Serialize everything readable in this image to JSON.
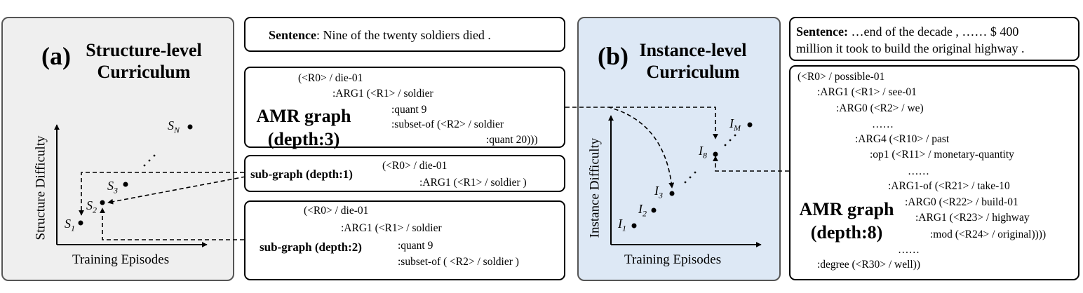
{
  "panel_a": {
    "label": "(a)",
    "title_line1": "Structure-level",
    "title_line2": "Curriculum",
    "y_axis_label": "Structure Difficulty",
    "x_axis_label": "Training Episodes",
    "points": [
      {
        "letter": "S",
        "sub": "1"
      },
      {
        "letter": "S",
        "sub": "2"
      },
      {
        "letter": "S",
        "sub": "3"
      },
      {
        "letter": "S",
        "sub": "N"
      }
    ],
    "ellipsis": "."
  },
  "sentence_a": {
    "label": "Sentence",
    "text": ": Nine of the twenty soldiers died ."
  },
  "amr_depth3": {
    "title_line1": "AMR graph",
    "title_line2": "(depth:3)",
    "lines": [
      "(<R0> / die-01",
      ":ARG1 (<R1> / soldier",
      ":quant 9",
      ":subset-of (<R2> / soldier",
      ":quant 20)))"
    ]
  },
  "subgraph_depth1": {
    "label": "sub-graph (depth:1)",
    "lines": [
      "(<R0> / die-01",
      ":ARG1 (<R1> / soldier )"
    ]
  },
  "subgraph_depth2": {
    "label": "sub-graph (depth:2)",
    "lines": [
      "(<R0> / die-01",
      ":ARG1 (<R1> / soldier",
      ":quant 9",
      ":subset-of  ( <R2> / soldier )"
    ]
  },
  "panel_b": {
    "label": "(b)",
    "title_line1": "Instance-level",
    "title_line2": "Curriculum",
    "y_axis_label": "Instance Difficulty",
    "x_axis_label": "Training Episodes",
    "points": [
      {
        "letter": "I",
        "sub": "1"
      },
      {
        "letter": "I",
        "sub": "2"
      },
      {
        "letter": "I",
        "sub": "3"
      },
      {
        "letter": "I",
        "sub": "8"
      },
      {
        "letter": "I",
        "sub": "M"
      }
    ]
  },
  "sentence_b": {
    "label": "Sentence:",
    "line1": " …end of the decade ,  ……  $ 400",
    "line2": "million it took to build the original highway ."
  },
  "amr_depth8": {
    "title_line1": "AMR graph",
    "title_line2": "(depth:8)",
    "lines": [
      "(<R0> / possible-01",
      ":ARG1 (<R1> / see-01",
      ":ARG0 (<R2> / we)",
      "……",
      ":ARG4 (<R10> / past",
      ":op1 (<R11> / monetary-quantity",
      "……",
      ":ARG1-of (<R21> / take-10",
      ":ARG0 (<R22> / build-01",
      ":ARG1 (<R23> / highway",
      ":mod (<R24> / original))))",
      "……",
      ":degree (<R30> / well))"
    ]
  }
}
